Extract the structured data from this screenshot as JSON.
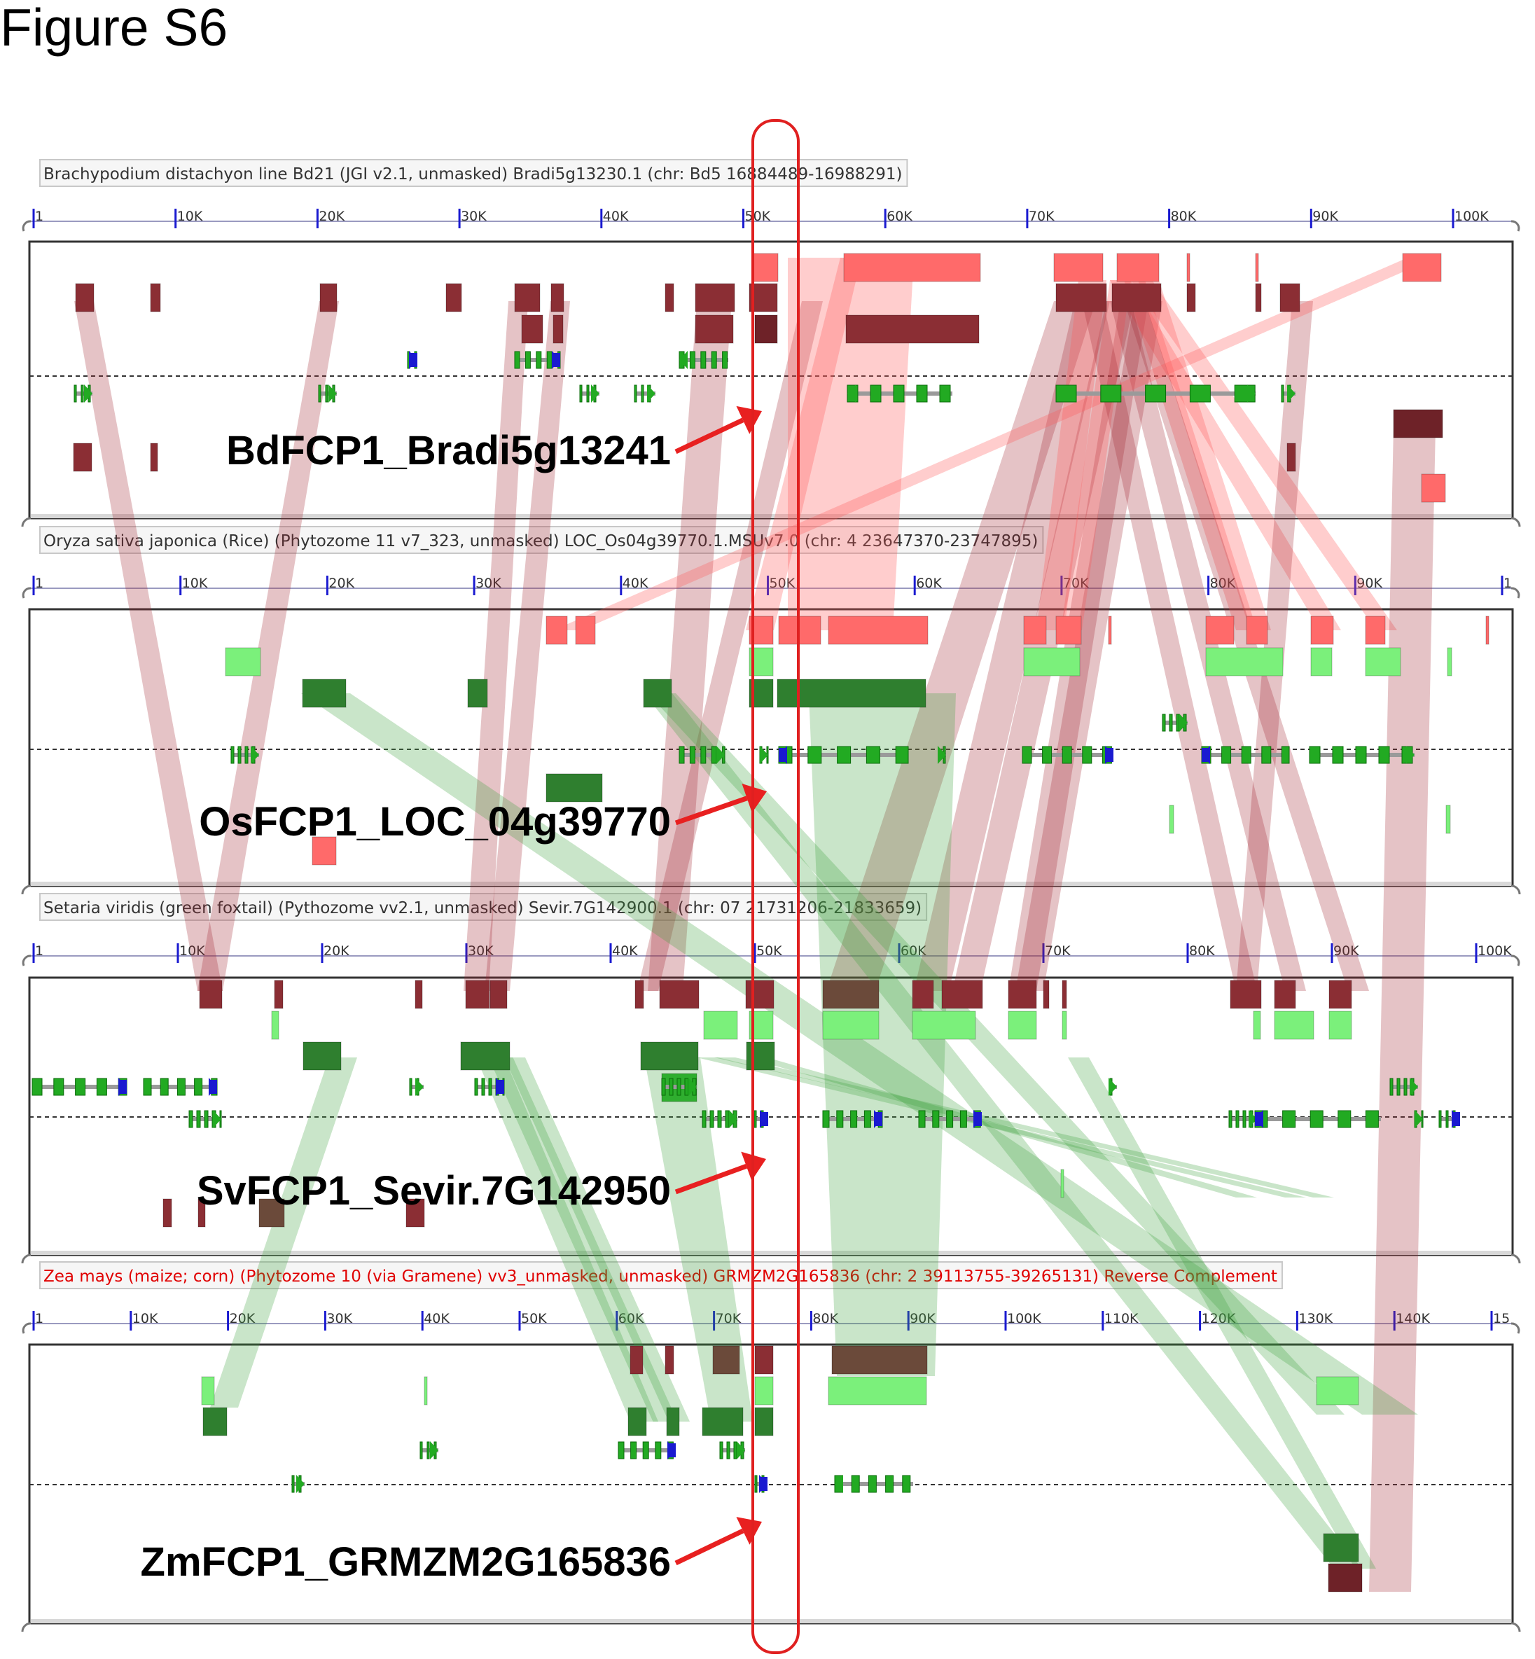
{
  "figure_label": "Figure S6",
  "panels": [
    {
      "id": "bd",
      "title": "Brachypodium distachyon line Bd21 (JGI v2.1, unmasked) Bradi5g13230.1 (chr: Bd5 16884489-16988291)",
      "title_color": "#333333",
      "ticks": [
        "1",
        "10K",
        "20K",
        "30K",
        "40K",
        "50K",
        "60K",
        "70K",
        "80K",
        "90K",
        "100K"
      ],
      "gene_label": "BdFCP1_Bradi5g13241"
    },
    {
      "id": "os",
      "title": "Oryza sativa japonica (Rice) (Phytozome 11 v7_323, unmasked) LOC_Os04g39770.1.MSUv7.0 (chr: 4 23647370-23747895)",
      "title_color": "#333333",
      "ticks": [
        "1",
        "10K",
        "20K",
        "30K",
        "40K",
        "50K",
        "60K",
        "70K",
        "80K",
        "90K",
        "1"
      ],
      "gene_label": "OsFCP1_LOC_04g39770"
    },
    {
      "id": "sv",
      "title": "Setaria viridis (green foxtail) (Pythozome vv2.1, unmasked) Sevir.7G142900.1 (chr: 07 21731206-21833659)",
      "title_color": "#333333",
      "ticks": [
        "1",
        "10K",
        "20K",
        "30K",
        "40K",
        "50K",
        "60K",
        "70K",
        "80K",
        "90K",
        "100K"
      ],
      "gene_label": "SvFCP1_Sevir.7G142950"
    },
    {
      "id": "zm",
      "title": "Zea mays (maize; corn) (Phytozome 10 (via Gramene) vv3_unmasked, unmasked) GRMZM2G165836 (chr: 2 39113755-39265131) Reverse Complement",
      "title_color": "#e00000",
      "ticks": [
        "1",
        "10K",
        "20K",
        "30K",
        "40K",
        "50K",
        "60K",
        "70K",
        "80K",
        "90K",
        "100K",
        "110K",
        "120K",
        "130K",
        "140K",
        "15"
      ],
      "gene_label": "ZmFCP1_GRMZM2G165836"
    }
  ],
  "colors": {
    "light_red": "#ff6a6a",
    "dark_red": "#8b2e34",
    "very_dark_red": "#6e2228",
    "light_green": "#7bf07b",
    "dark_green": "#2f7f2f",
    "brown": "#6b4a3a",
    "gene_green": "#22aa22",
    "gene_blue": "#1a1ad0",
    "gene_grey": "#9a9a9a",
    "highlight": "#e02020",
    "arrow": "#e82020"
  }
}
